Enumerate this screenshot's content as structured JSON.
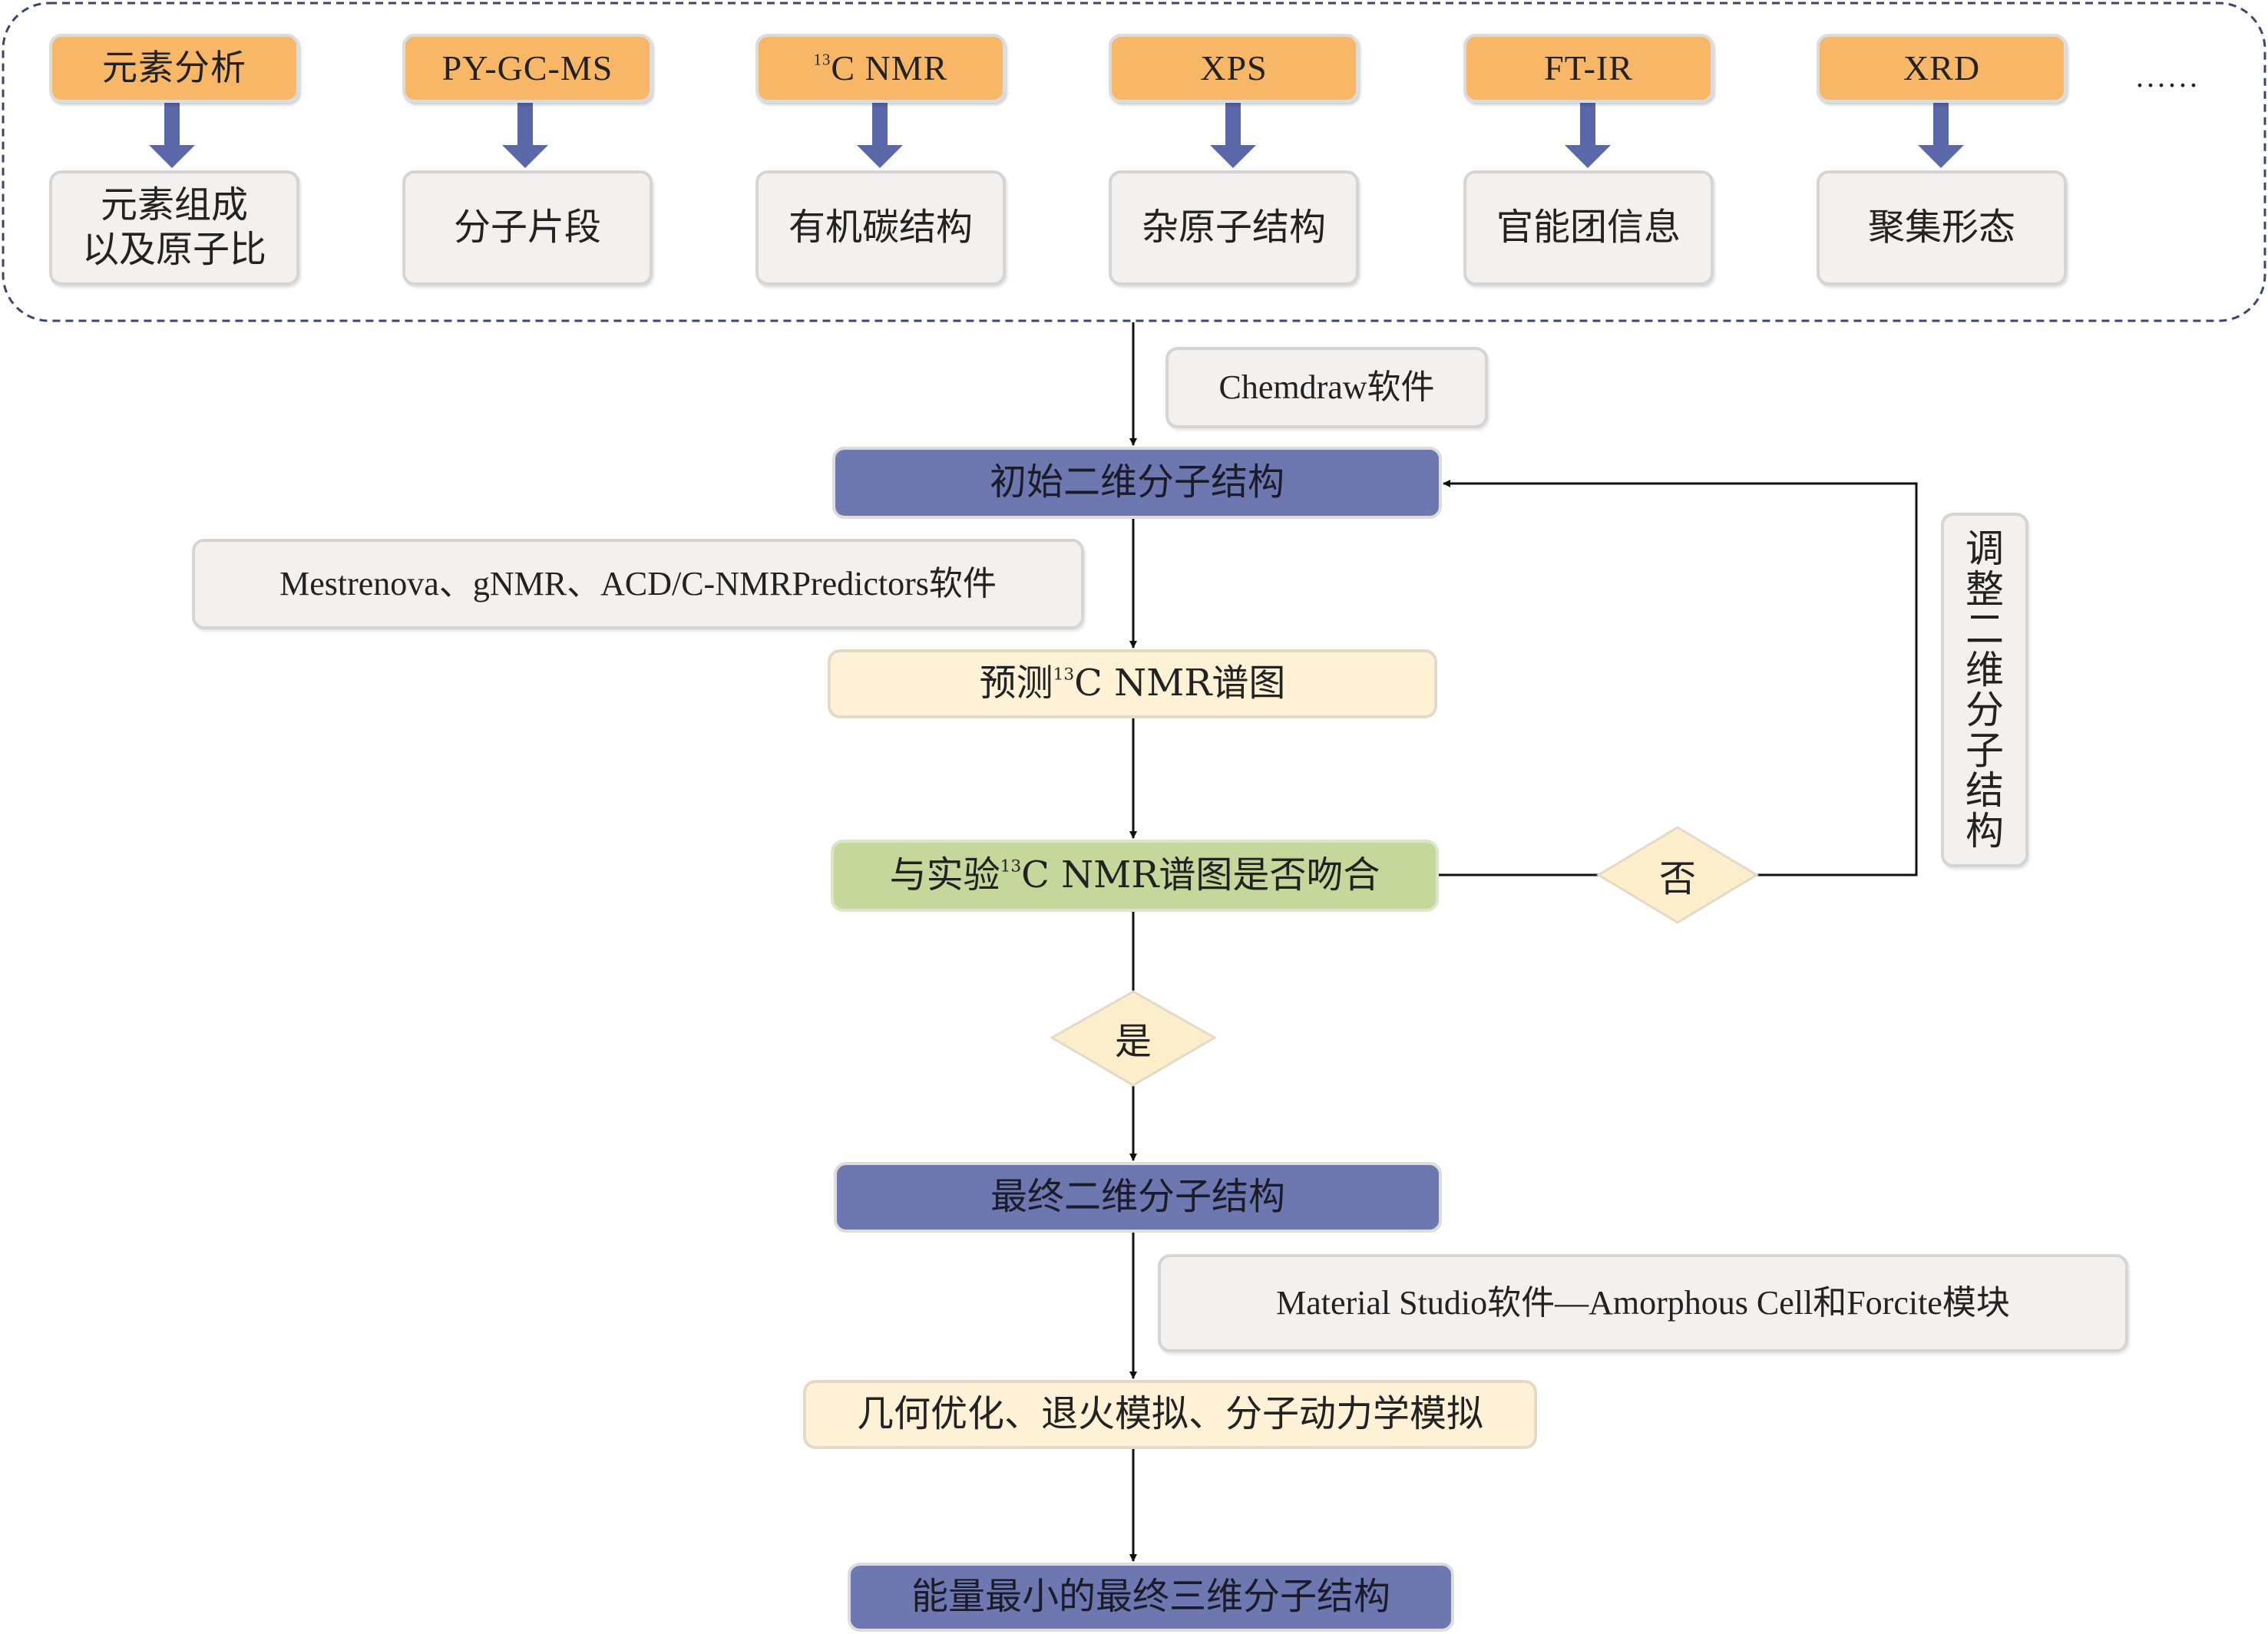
{
  "techniques": [
    {
      "label": "元素分析",
      "result": "元素组成 以及原子比",
      "result_line1": "元素组成",
      "result_line2": "以及原子比"
    },
    {
      "label": "PY-GC-MS",
      "result": "分子片段"
    },
    {
      "label_sup": "13",
      "label": "C NMR",
      "result": "有机碳结构"
    },
    {
      "label": "XPS",
      "result": "杂原子结构"
    },
    {
      "label": "FT-IR",
      "result": "官能团信息"
    },
    {
      "label": "XRD",
      "result": "聚集形态"
    }
  ],
  "ellipsis": "......",
  "notes": {
    "chemdraw": "Chemdraw软件",
    "nmr_software": "Mestrenova、gNMR、ACD/C-NMRPredictors软件",
    "material_studio": "Material Studio软件—Amorphous Cell和Forcite模块"
  },
  "steps": {
    "initial": "初始二维分子结构",
    "predict_prefix": "预测",
    "predict_sup": "13",
    "predict_suffix": "C NMR谱图",
    "compare_prefix": "与实验",
    "compare_sup": "13",
    "compare_suffix": "C NMR谱图是否吻合",
    "final2d": "最终二维分子结构",
    "optimize": "几何优化、退火模拟、分子动力学模拟",
    "final3d": "能量最小的最终三维分子结构"
  },
  "decisions": {
    "no": "否",
    "yes": "是"
  },
  "adjust": [
    "调",
    "整",
    "二",
    "维",
    "分",
    "子",
    "结",
    "构"
  ],
  "colors": {
    "technique": "#f8b766",
    "arrow_blue": "#5a67a8",
    "structure_box": "#6e78b0",
    "cream_box": "#fff2d6",
    "green_box": "#c5d79a",
    "diamond": "#fdeecb"
  }
}
